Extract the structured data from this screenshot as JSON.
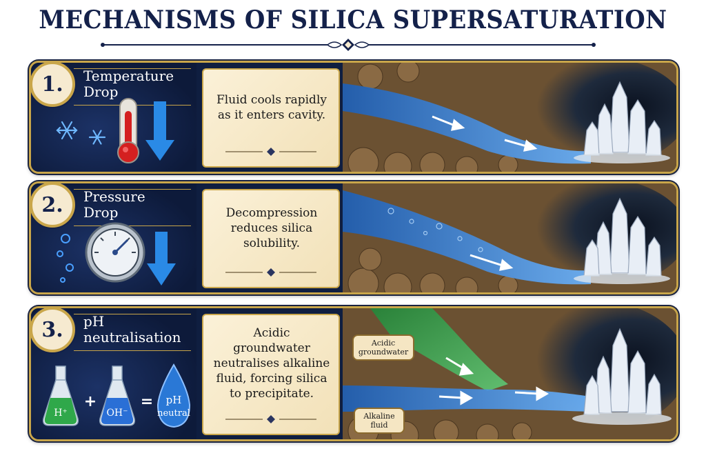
{
  "title": "MECHANISMS OF SILICA SUPERSATURATION",
  "panels": [
    {
      "number": "1.",
      "label_line1": "Temperature",
      "label_line2": "Drop",
      "description": "Fluid cools rapidly as it enters cavity.",
      "icons": [
        "snowflake-icon",
        "thermometer-icon",
        "down-arrow-icon"
      ]
    },
    {
      "number": "2.",
      "label_line1": "Pressure",
      "label_line2": "Drop",
      "description": "Decompression reduces silica solubility.",
      "icons": [
        "bubble-icon",
        "pressure-gauge-icon",
        "down-arrow-icon"
      ]
    },
    {
      "number": "3.",
      "label_line1": "pH",
      "label_line2": "neutralisation",
      "description": "Acidic groundwater neutralises alkaline fluid, forcing silica to precipitate.",
      "icons": [
        "acid-flask-icon",
        "base-flask-icon",
        "neutral-drop-icon"
      ],
      "flask_acid": "H⁺",
      "flask_base": "OH⁻",
      "plus": "+",
      "equals": "=",
      "drop_line1": "pH",
      "drop_line2": "neutral",
      "tag_acidic": "Acidic groundwater",
      "tag_alkaline": "Alkaline fluid"
    }
  ],
  "colors": {
    "navy": "#0f1e40",
    "gold": "#c9a64a",
    "parchment": "#f6ead0",
    "water": "#2f7fd6",
    "acid_green": "#2fa84a"
  }
}
